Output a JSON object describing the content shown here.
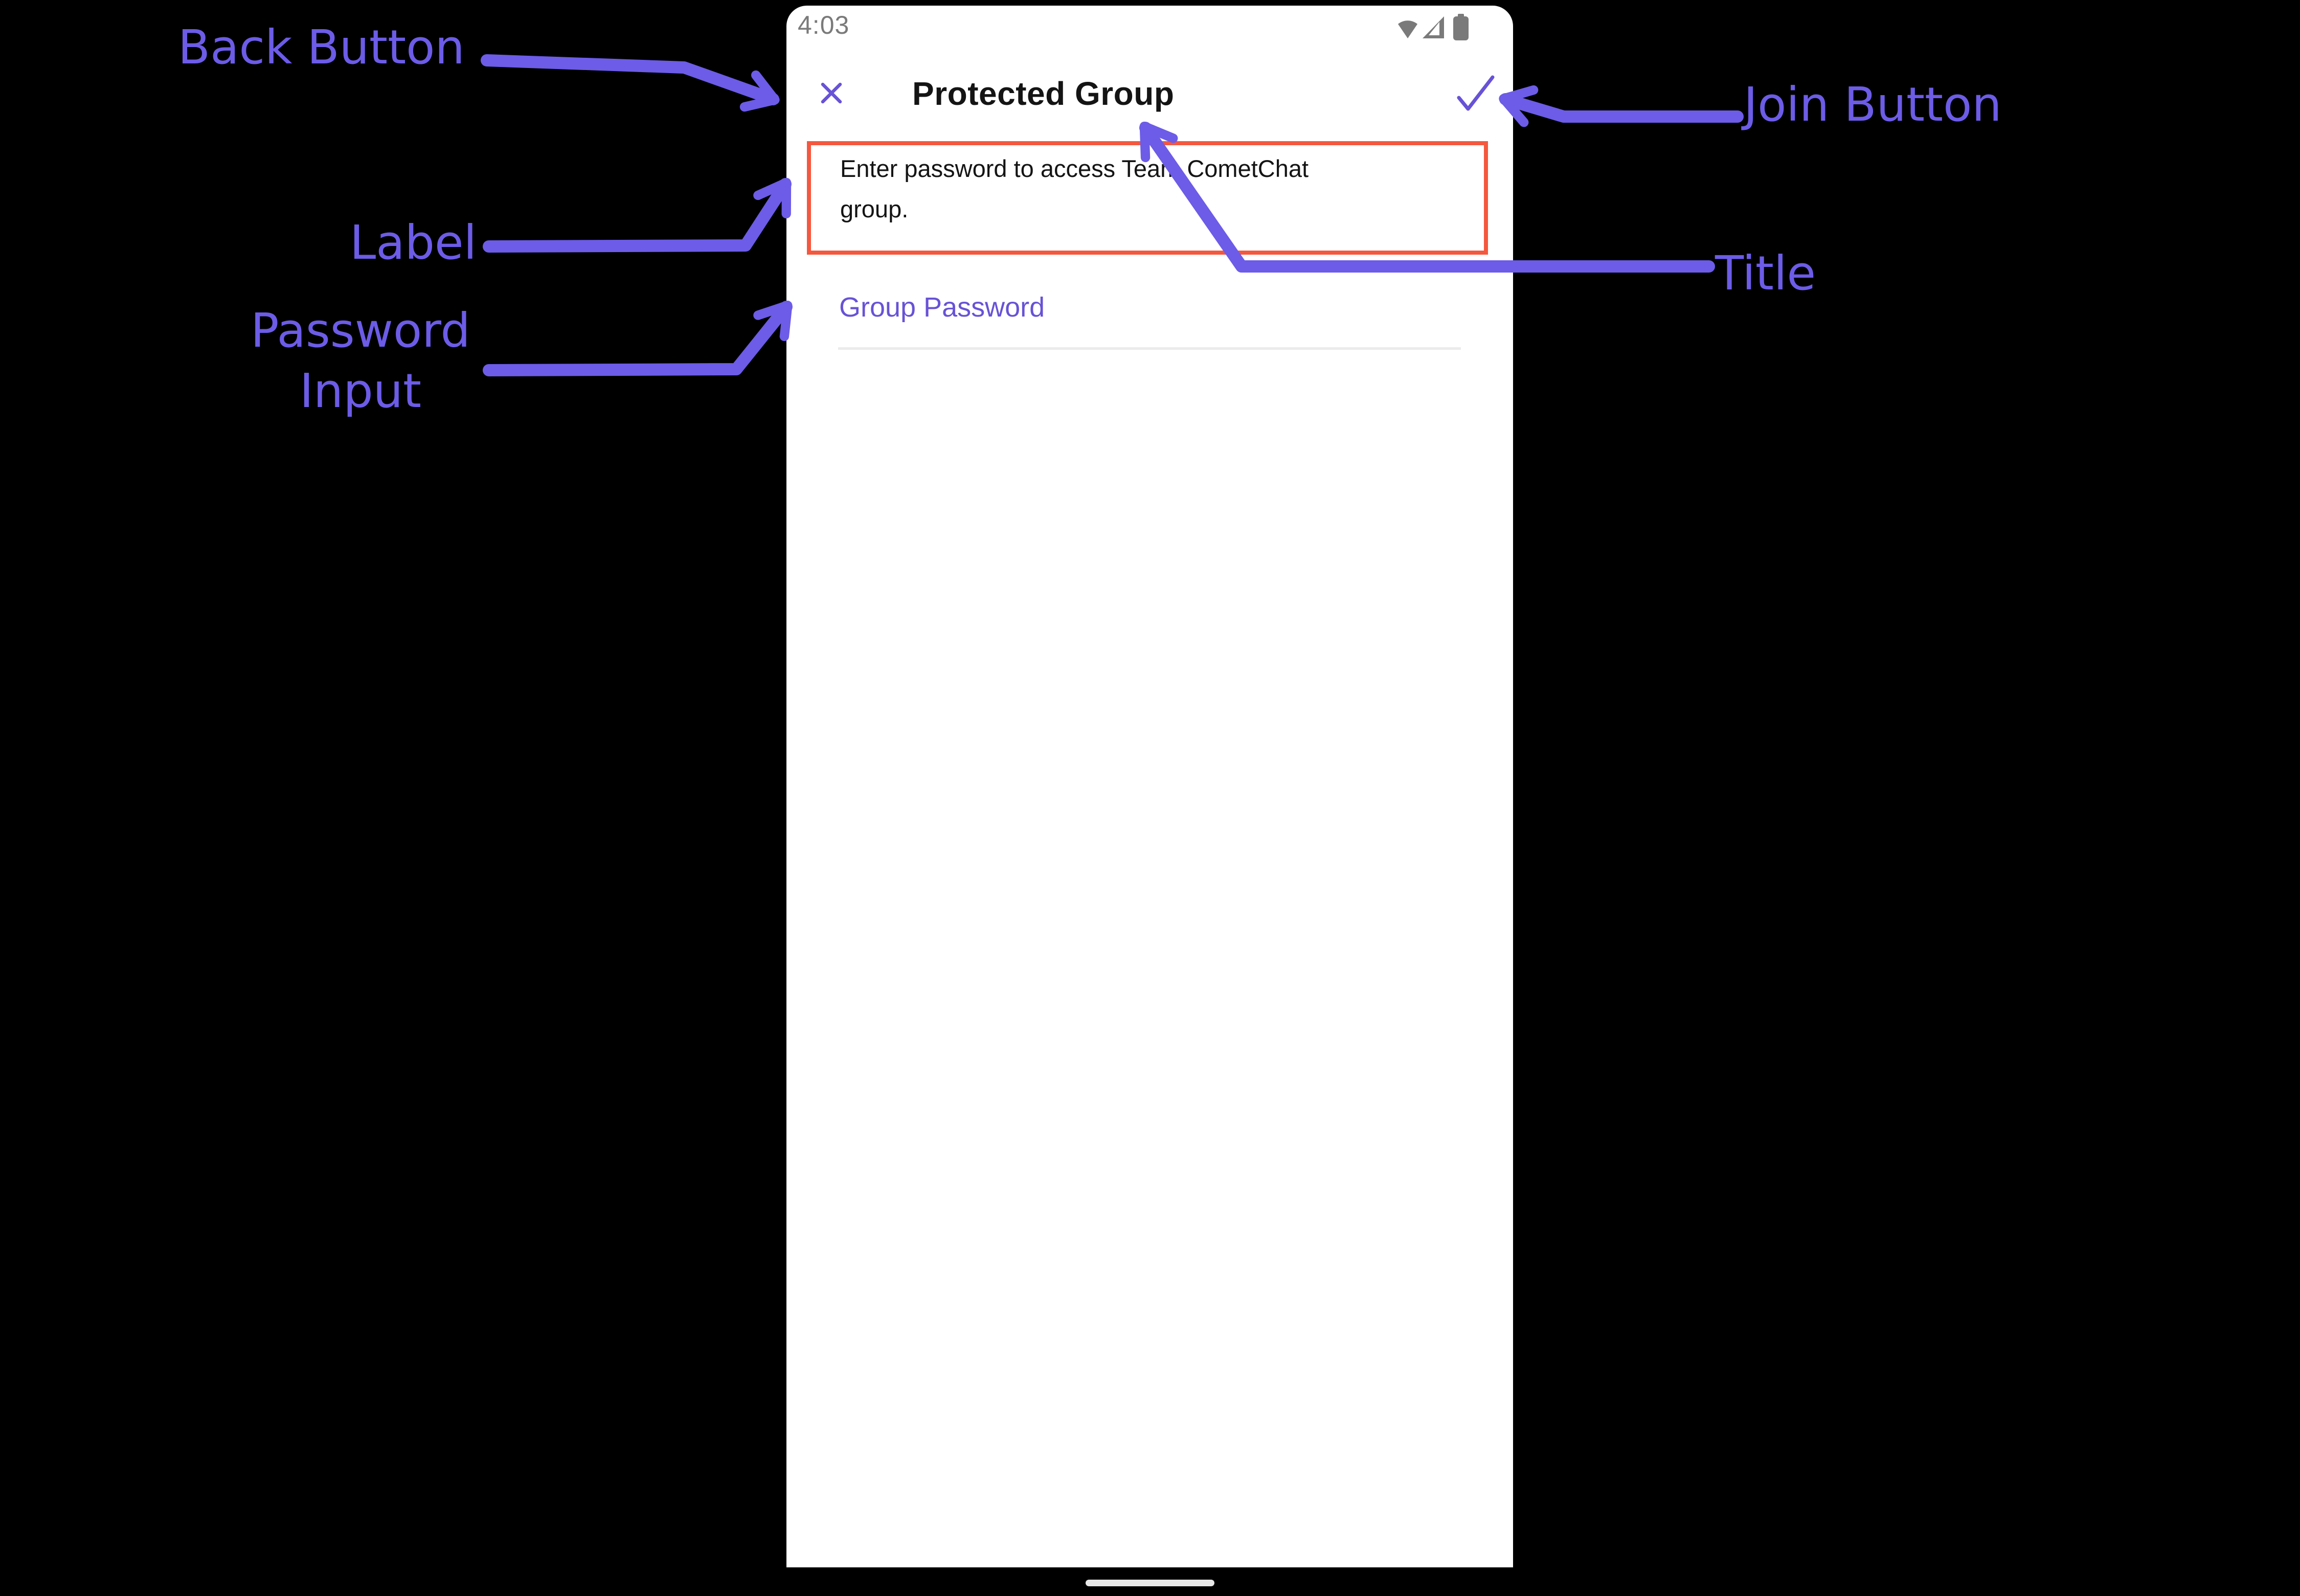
{
  "colors": {
    "background": "#000000",
    "screen": "#FFFFFF",
    "app_purple": "#6852D6",
    "annotation_purple": "#6C5CE7",
    "highlight_red": "#F4583E",
    "status_gray": "#7A7A7A",
    "text_dark": "#141414",
    "underline_gray": "#EBEBEB",
    "home_indicator_gray": "#E8E8E8"
  },
  "status_bar": {
    "time": "4:03",
    "icons": [
      "wifi-icon",
      "cell-signal-icon",
      "battery-icon"
    ]
  },
  "header": {
    "title": "Protected Group",
    "close_icon": "close-x-icon",
    "join_icon": "checkmark-icon"
  },
  "form": {
    "instruction": "Enter password to access Team CometChat group.",
    "password_label": "Group Password",
    "password_value": ""
  },
  "annotations": {
    "back": {
      "label": "Back Button"
    },
    "field_label": {
      "label": "Label"
    },
    "password": {
      "label": "Password Input"
    },
    "join": {
      "label": "Join Button"
    },
    "title": {
      "label": "Title"
    }
  }
}
